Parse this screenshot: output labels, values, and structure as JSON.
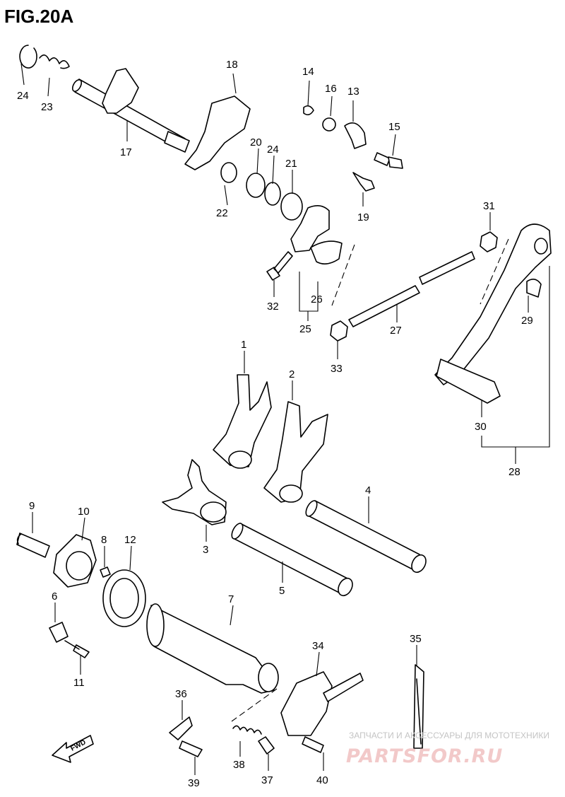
{
  "figure": {
    "title": "FIG.20A"
  },
  "callouts": [
    "1",
    "2",
    "3",
    "4",
    "5",
    "6",
    "7",
    "8",
    "9",
    "10",
    "11",
    "12",
    "13",
    "14",
    "15",
    "16",
    "17",
    "18",
    "19",
    "20",
    "21",
    "22",
    "23",
    "24",
    "24",
    "25",
    "26",
    "27",
    "28",
    "29",
    "30",
    "31",
    "32",
    "33",
    "34",
    "35",
    "36",
    "37",
    "38",
    "39",
    "40"
  ],
  "direction_marker": {
    "label": "FWD"
  },
  "watermark": {
    "line1": "ЗАПЧАСТИ И АКСЕССУАРЫ ДЛЯ МОТОТЕХНИКИ",
    "line2": "PARTSFOR.RU"
  },
  "colors": {
    "line": "#000000",
    "background": "#ffffff",
    "watermark_text": "#c4c4c4",
    "watermark_logo": "#f2c9c9"
  }
}
